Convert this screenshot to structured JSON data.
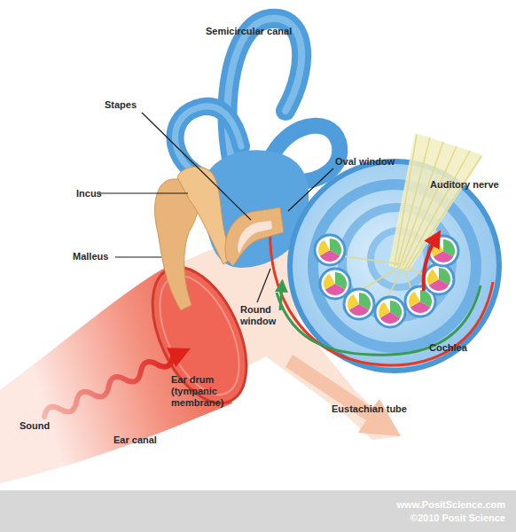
{
  "diagram": {
    "nodes": [
      {
        "text": [
          "www.PositScience.com",
          "©2010 Posit Science"
        ]
      }
    ],
    "labels": [
      "Semicircular canal",
      "Stapes",
      "Oval window",
      "Auditory nerve",
      "Incus",
      "Malleus",
      "Round window",
      "Cochlea",
      "Ear drum (tympanic membrane)",
      "Eustachian tube",
      "Sound",
      "Ear canal"
    ]
  }
}
